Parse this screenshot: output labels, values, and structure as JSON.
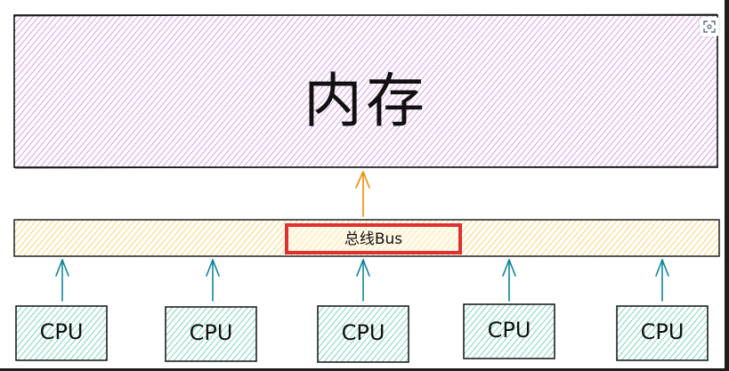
{
  "memory": {
    "label": "内存",
    "fill_color": "#be4bdb"
  },
  "bus": {
    "label": "总线Bus",
    "fill_color": "#fab005",
    "highlight_color": "#e03131"
  },
  "cpus": [
    {
      "label": "CPU"
    },
    {
      "label": "CPU"
    },
    {
      "label": "CPU"
    },
    {
      "label": "CPU"
    },
    {
      "label": "CPU"
    }
  ],
  "cpu_fill_color": "#12b886",
  "arrow_colors": {
    "cpu_to_bus": "#0c8599",
    "bus_to_memory": "#f08c00"
  },
  "icons": {
    "expand": "expand-icon"
  }
}
